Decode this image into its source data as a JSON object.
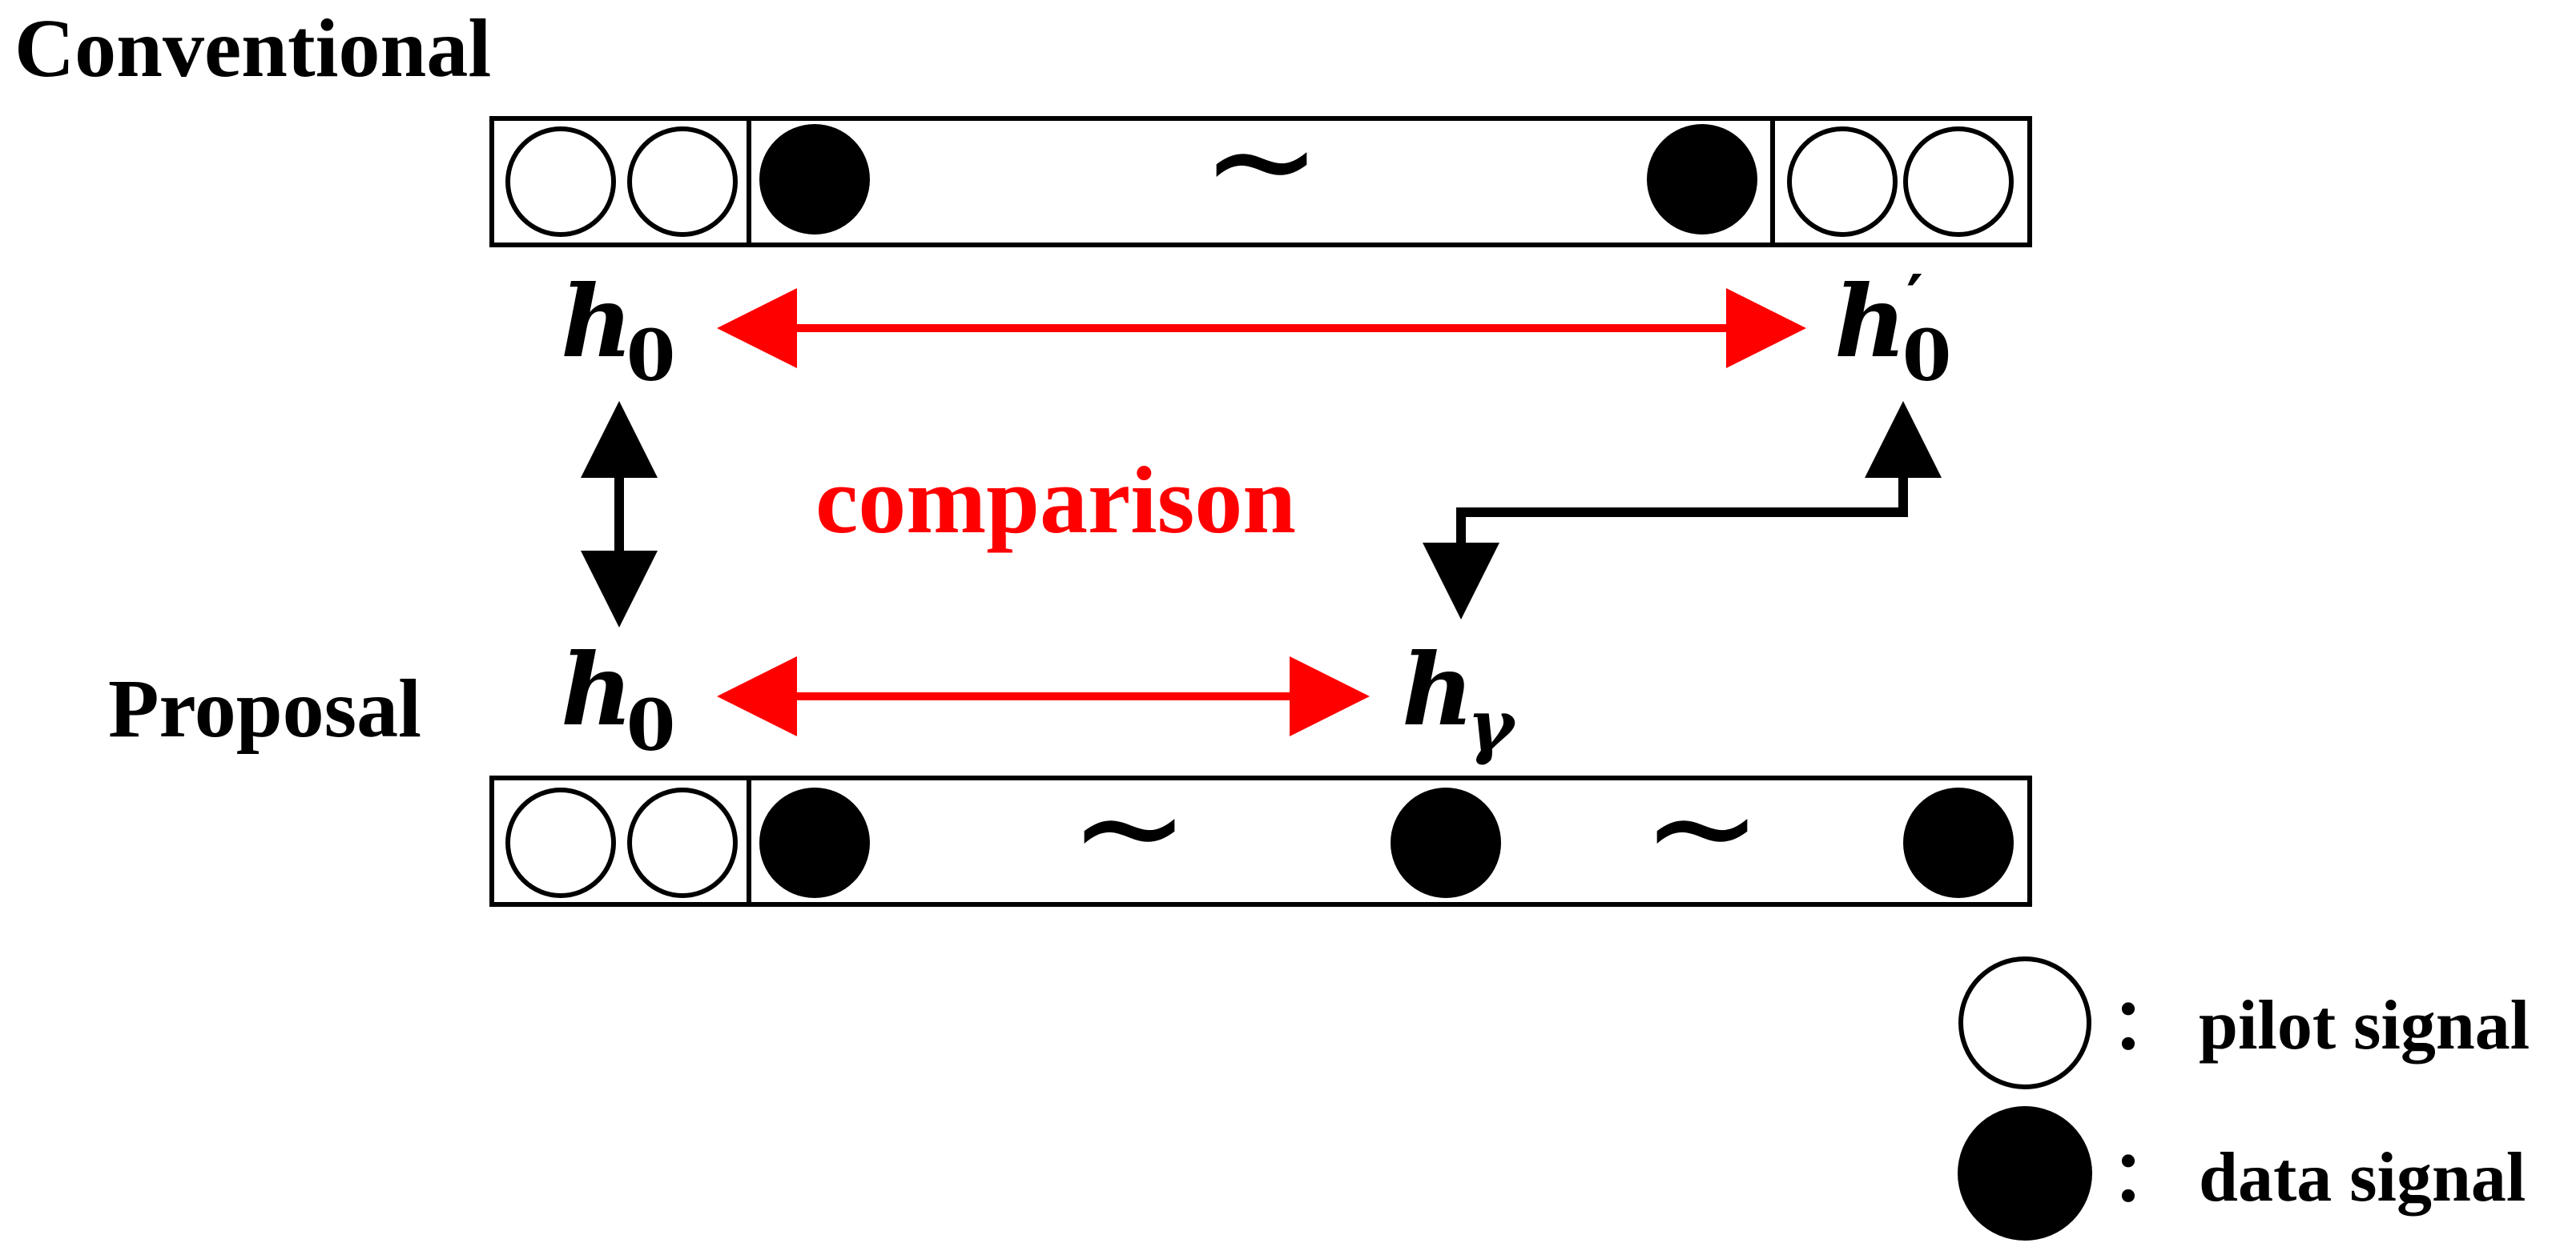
{
  "labels": {
    "conventional": "Conventional",
    "proposal": "Proposal",
    "comparison": "comparison"
  },
  "symbols": {
    "tilde": "∼",
    "h": "h",
    "sub_zero": "0",
    "sub_gamma": "γ",
    "prime": "′"
  },
  "legend": {
    "pilot_label": "： pilot signal",
    "data_label": "： data signal"
  },
  "colors": {
    "comparison": "#ff0000",
    "arrows_black": "#000000"
  },
  "icons": {
    "pilot": "open-circle",
    "data": "filled-circle"
  }
}
